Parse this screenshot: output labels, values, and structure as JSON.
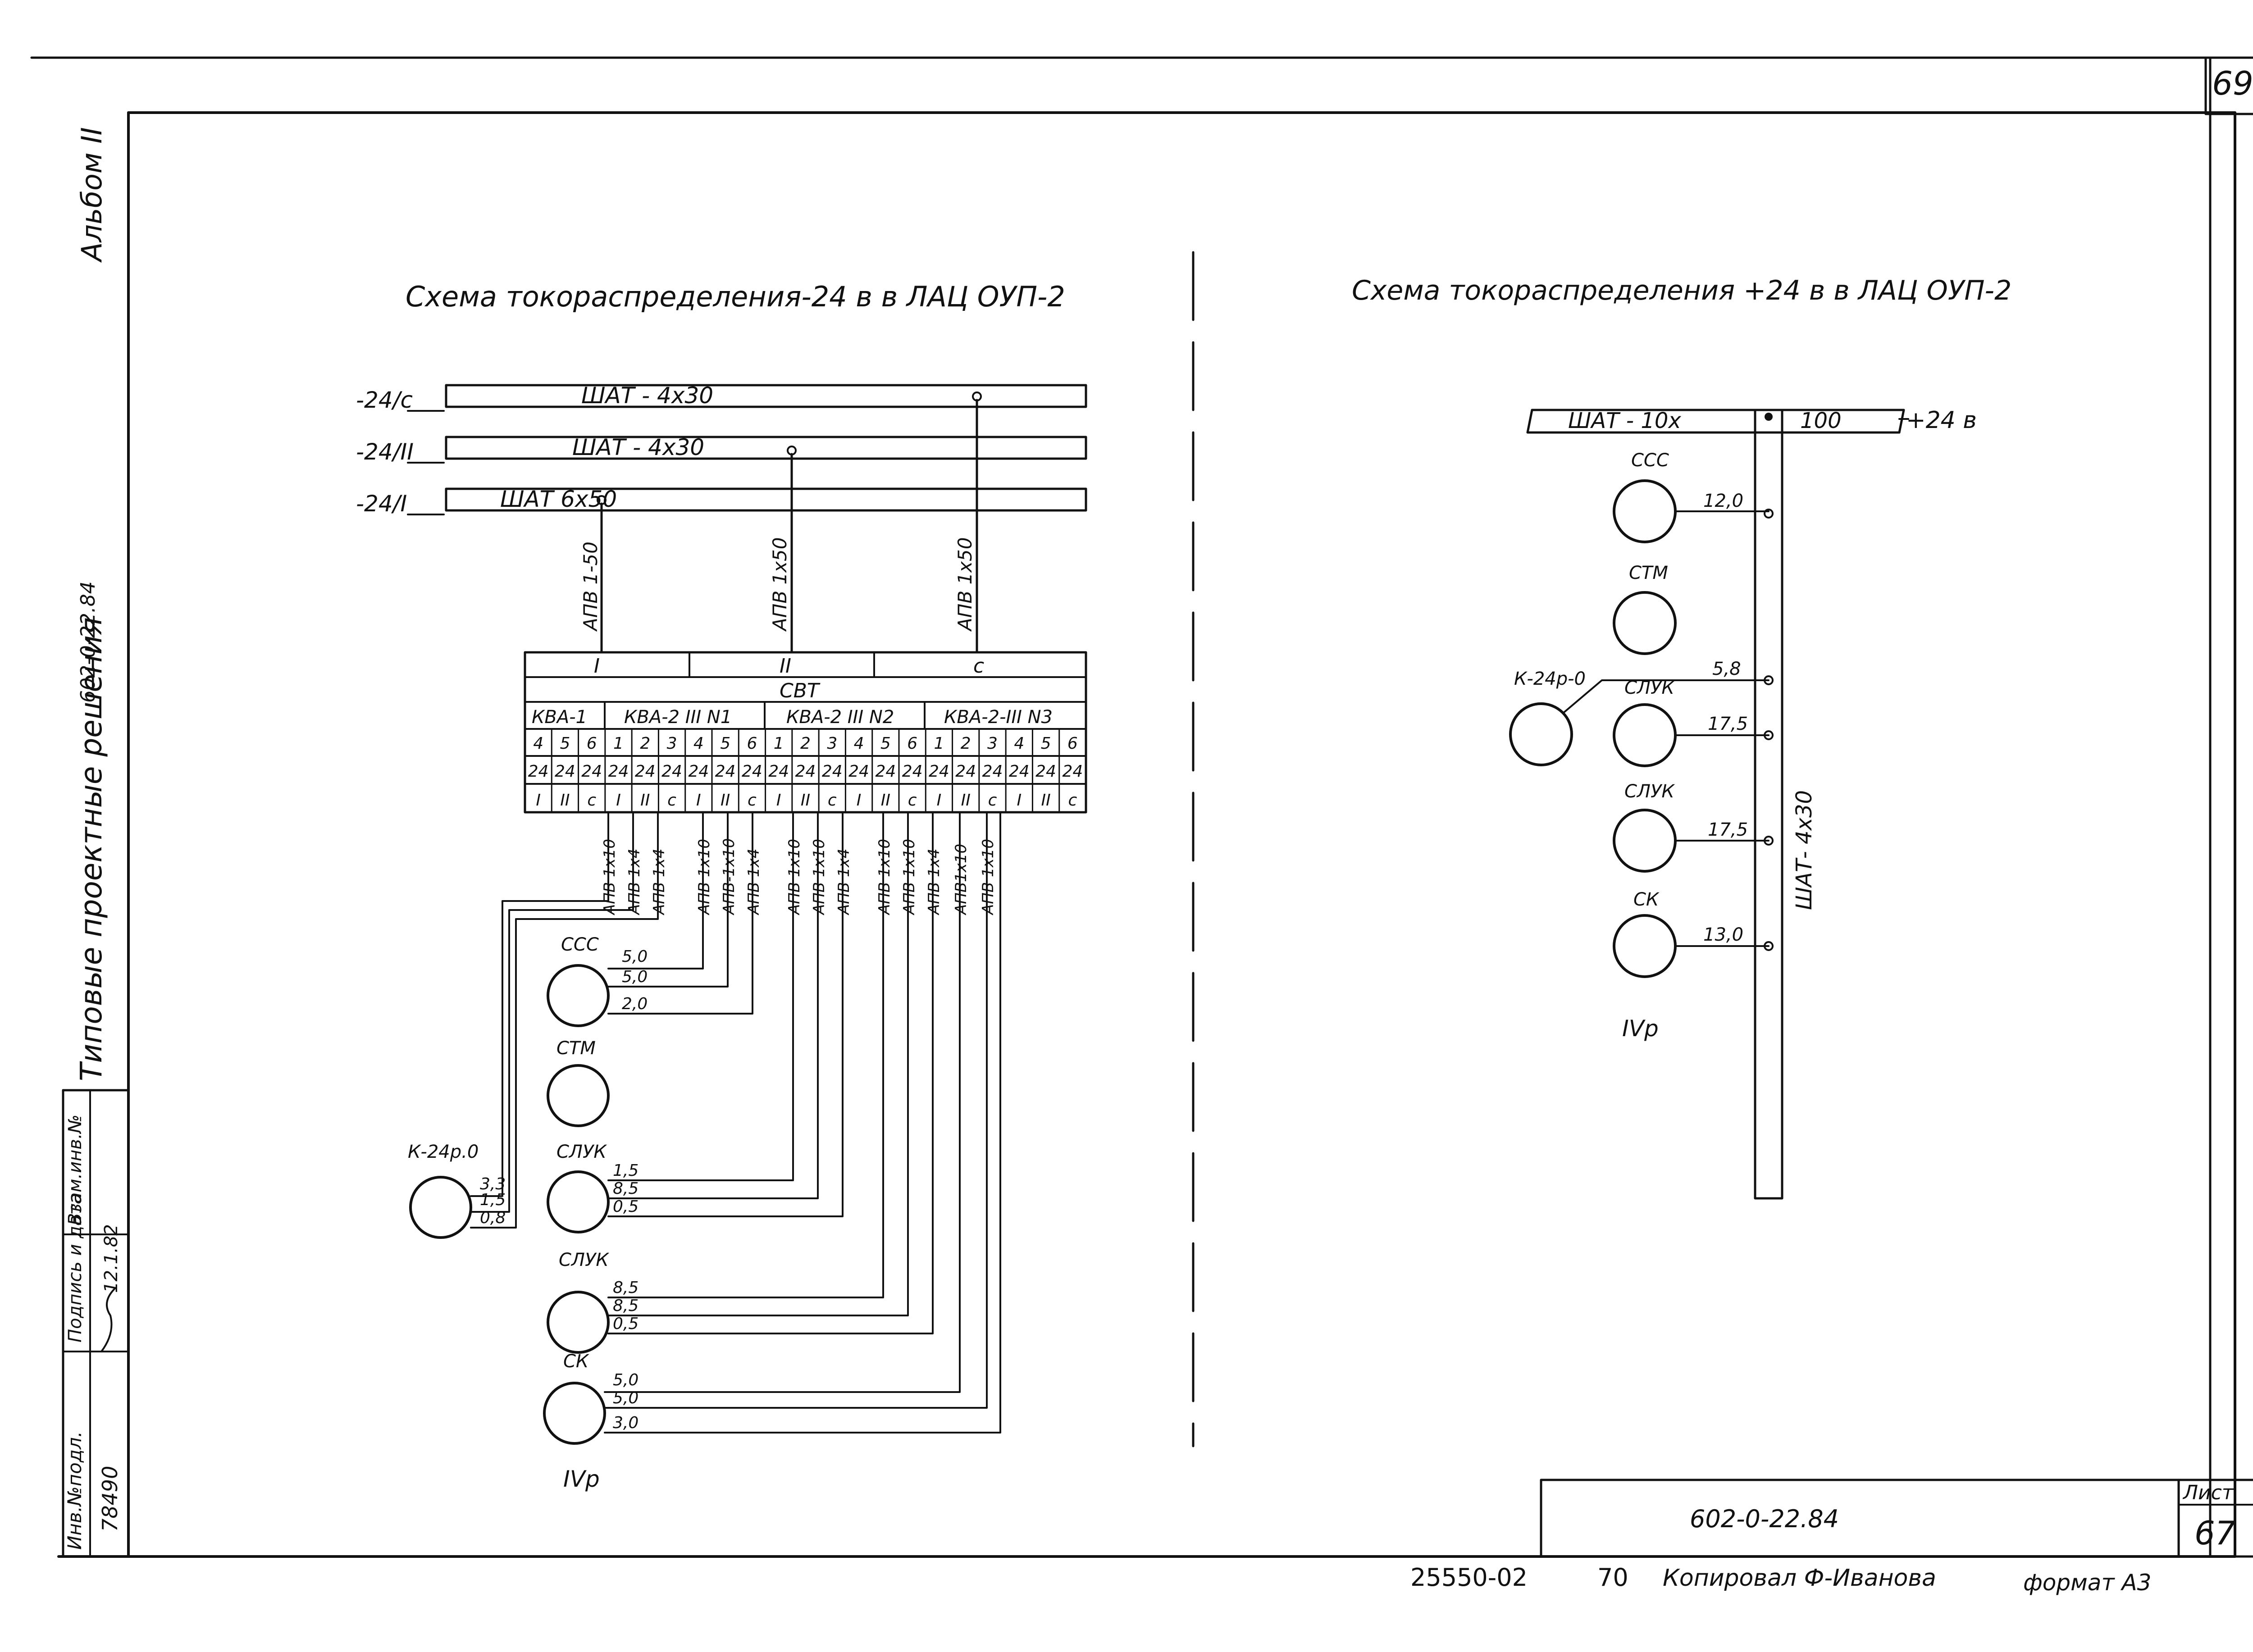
{
  "sheet": {
    "page_number_top": "69",
    "album": "Альбом II",
    "series_title": "Типовые проектные решения",
    "series_code": "602-0-22.84",
    "sheet_label": "Лист",
    "sheet_number": "67",
    "bottom_inventory": "25550-02",
    "bottom_num": "70",
    "copied_by": "Копировал Ф-Иванова",
    "format_label": "формат А3"
  },
  "side_stamp": {
    "inv_orig_label": "Инв.№подл.",
    "inv_orig_value": "78490",
    "sign_date_label": "Подпись и дата",
    "sign_date_value": "12.1.82",
    "replace_inv_label": "Взам.инв.№"
  },
  "left_scheme": {
    "title": "Схема токораспределения-24 в  в ЛАЦ ОУП-2",
    "buses": [
      {
        "label": "-24/с",
        "text": "ШАТ -  4х30"
      },
      {
        "label": "-24/II",
        "text": "ШАТ -  4х30"
      },
      {
        "label": "-24/I",
        "text": "ШАТ      6х50"
      }
    ],
    "feeders": [
      "АПВ 1-50",
      "АПВ 1х50",
      "АПВ 1х50"
    ],
    "panel": {
      "top_cells": [
        "I",
        "II",
        "с"
      ],
      "name": "СВТ",
      "groups": [
        "КВА-1",
        "КВА-2  III  N1",
        "КВА-2  III N2",
        "КВА-2-III N3"
      ],
      "fuse_numbers": [
        "4",
        "5",
        "6",
        "1",
        "2",
        "3",
        "4",
        "5",
        "6",
        "1",
        "2",
        "3",
        "4",
        "5",
        "6",
        "1",
        "2",
        "3",
        "4",
        "5",
        "6"
      ],
      "ratings": [
        "24",
        "24",
        "24",
        "24",
        "24",
        "24",
        "24",
        "24",
        "24",
        "24",
        "24",
        "24",
        "24",
        "24",
        "24",
        "24",
        "24",
        "24",
        "24",
        "24",
        "24"
      ],
      "buses": [
        "I",
        "II",
        "с",
        "I",
        "II",
        "с",
        "I",
        "II",
        "с",
        "I",
        "II",
        "с",
        "I",
        "II",
        "с",
        "I",
        "II",
        "с",
        "I",
        "II",
        "с"
      ]
    },
    "cables": [
      "АПВ 1х10",
      "АПВ 1х4",
      "АПВ 1х4",
      "АПВ 1х10",
      "АПВ-1х10",
      "АПВ 1х4",
      "АПВ 1х10",
      "АПВ 1х10",
      "АПВ 1х4",
      "АПВ 1х10",
      "АПВ 1х10",
      "АПВ 1х4",
      "АПВ1х10",
      "АПВ 1х10"
    ],
    "consumers": [
      {
        "name": "ССС",
        "values": [
          "5,0",
          "5,0",
          "2,0"
        ]
      },
      {
        "name": "СТМ",
        "values": []
      },
      {
        "name": "СЛУК",
        "values": [
          "1,5",
          "8,5",
          "0,5"
        ]
      },
      {
        "name": "СЛУК",
        "values": [
          "8,5",
          "8,5",
          "0,5"
        ]
      },
      {
        "name": "СК",
        "values": [
          "5,0",
          "5,0",
          "3,0"
        ]
      },
      {
        "name": "К-24р.0",
        "values": [
          "3,3",
          "1,5",
          "0,8"
        ]
      }
    ],
    "room": "IVр"
  },
  "right_scheme": {
    "title": "Схема токораспределения +24 в  в ЛАЦ ОУП-2",
    "bus_text": "ШАТ -   10х",
    "bus_text2": "100",
    "bus_label": "+24 в",
    "vertical_bus": "ШАТ- 4х30",
    "consumers": [
      {
        "name": "ССС",
        "value": "12,0"
      },
      {
        "name": "СТМ",
        "value": ""
      },
      {
        "name": "СЛУК",
        "value": "17,5"
      },
      {
        "name": "СЛУК",
        "value": "17,5"
      },
      {
        "name": "СК",
        "value": "13,0"
      },
      {
        "name": "К-24р-0",
        "value": "5,8"
      }
    ],
    "room": "IVр"
  }
}
